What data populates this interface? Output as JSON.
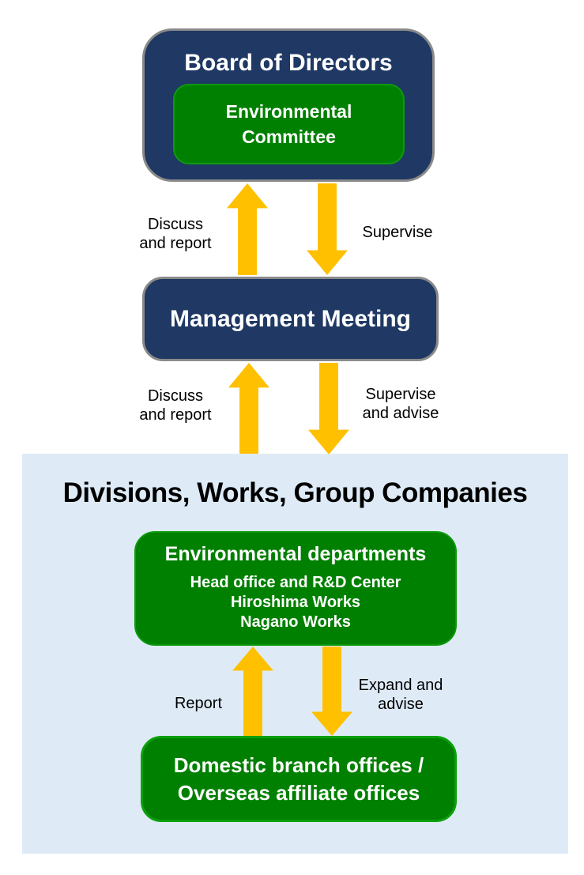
{
  "colors": {
    "navy_box": "#1F3864",
    "navy_border_gray": "#8A8A8A",
    "green_box": "#008000",
    "green_border": "#0D9A0D",
    "arrow_gold": "#FFC000",
    "panel_light_blue": "#DEEBF7",
    "text_on_boxes": "#FFFFFF",
    "label_text": "#000000"
  },
  "boxes": {
    "board": {
      "title": "Board of Directors"
    },
    "committee": {
      "label": "Environmental\nCommittee"
    },
    "management": {
      "title": "Management Meeting"
    },
    "env_departments": {
      "title": "Environmental departments",
      "items": [
        "Head office and R&D Center",
        "Hiroshima Works",
        "Nagano Works"
      ]
    },
    "offices": {
      "label": "Domestic branch offices /\nOverseas affiliate offices"
    }
  },
  "panel": {
    "title": "Divisions, Works, Group Companies"
  },
  "flows": {
    "board_management": {
      "up_label": "Discuss\nand report",
      "down_label": "Supervise"
    },
    "management_divisions": {
      "up_label": "Discuss\nand report",
      "down_label": "Supervise\nand advise"
    },
    "departments_offices": {
      "up_label": "Report",
      "down_label": "Expand and\nadvise"
    }
  }
}
